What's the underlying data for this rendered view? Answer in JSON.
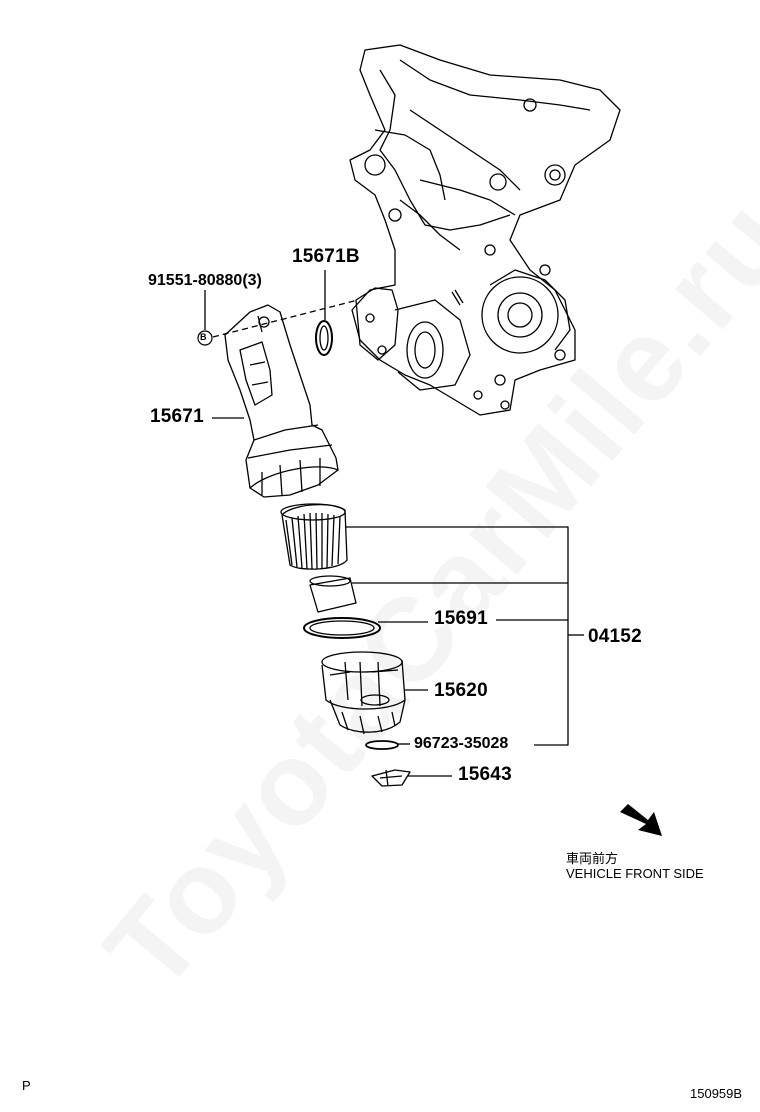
{
  "watermark": "ToyotaCarMile.ru",
  "parts": {
    "bolt": "91551-80880(3)",
    "o_ring_small": "15671B",
    "bracket": "15671",
    "gasket": "15691",
    "kit": "04152",
    "cap": "15620",
    "o_ring_drain": "96723-35028",
    "drain_plug": "15643"
  },
  "bolt_marker": "B",
  "direction_note": {
    "jp": "車両前方",
    "en": "VEHICLE FRONT SIDE"
  },
  "footer": {
    "left": "P",
    "right": "150959B"
  }
}
